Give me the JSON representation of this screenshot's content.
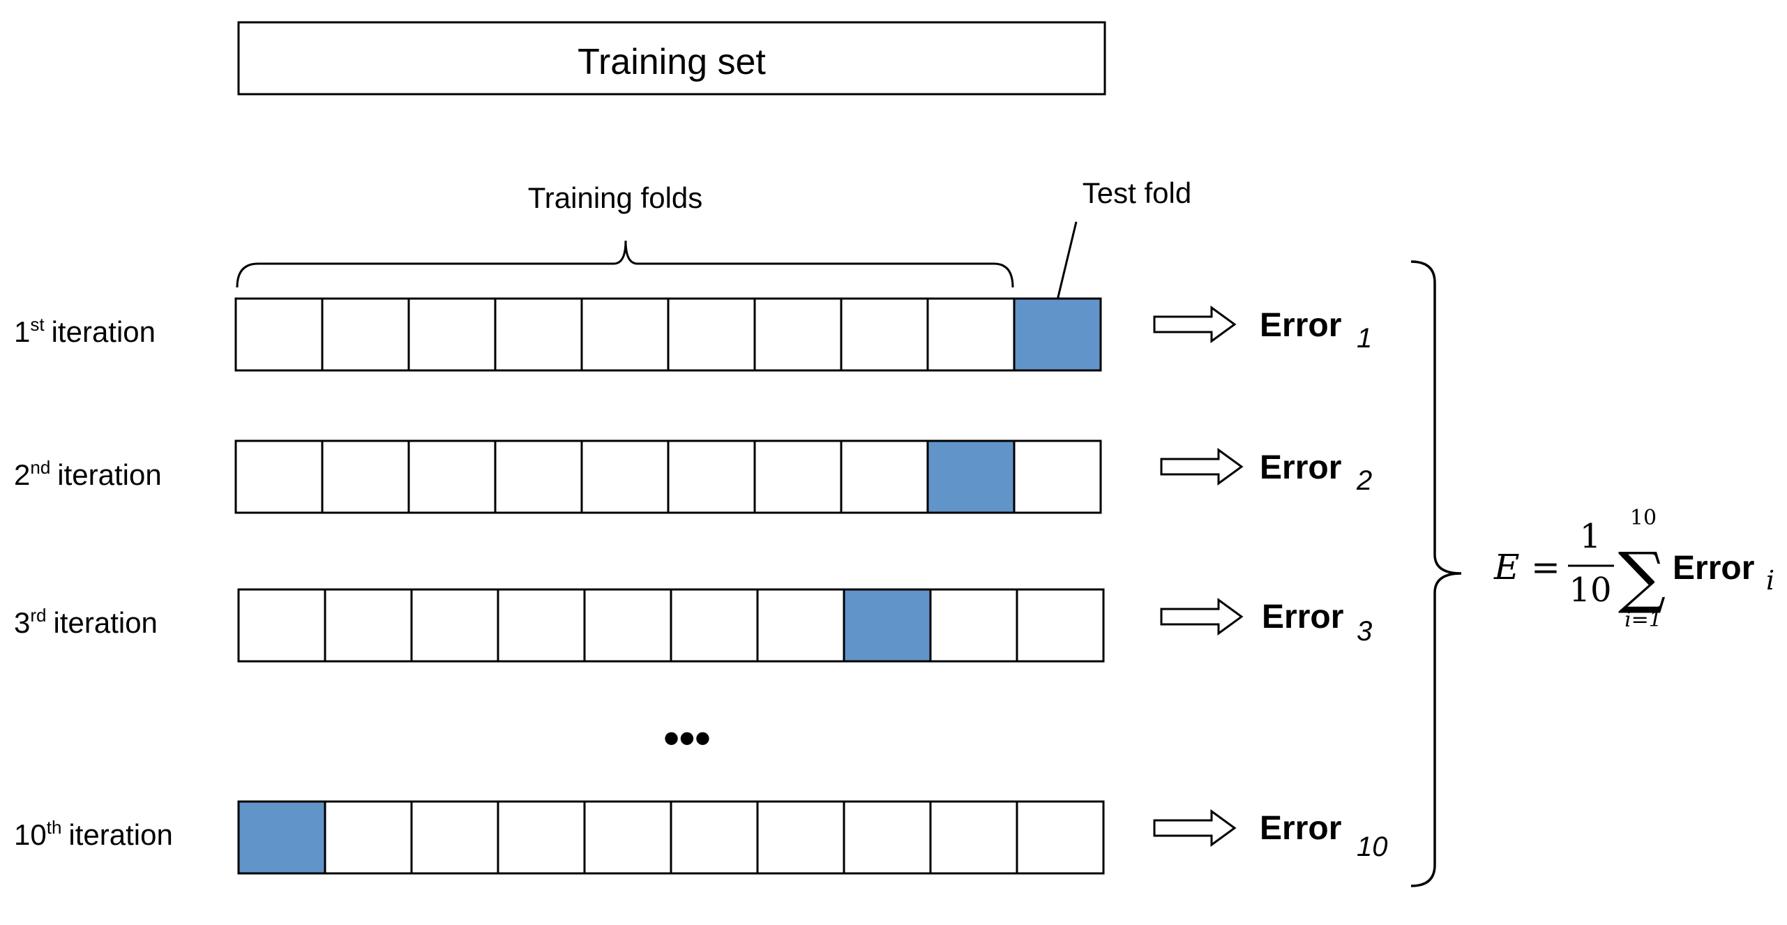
{
  "diagram": {
    "training_set_label": "Training set",
    "training_folds_label": "Training folds",
    "test_fold_label": "Test fold",
    "ellipsis": "•••",
    "fold_count": 10,
    "colors": {
      "test_fold": "#6194c8",
      "train_fold": "#ffffff",
      "stroke": "#000000"
    },
    "iterations": [
      {
        "ord": "1",
        "sup": "st",
        "label": "iteration",
        "test_fold_index": 10,
        "error_label": "Error",
        "error_sub": "1"
      },
      {
        "ord": "2",
        "sup": "nd",
        "label": "iteration",
        "test_fold_index": 9,
        "error_label": "Error",
        "error_sub": "2"
      },
      {
        "ord": "3",
        "sup": "rd",
        "label": "iteration",
        "test_fold_index": 8,
        "error_label": "Error",
        "error_sub": "3"
      },
      {
        "ord": "10",
        "sup": "th",
        "label": "iteration",
        "test_fold_index": 1,
        "error_label": "Error",
        "error_sub": "10"
      }
    ],
    "formula": {
      "lhs": "E",
      "equals": "=",
      "numerator": "1",
      "denominator": "10",
      "sum_symbol": "∑",
      "upper": "10",
      "lower": "i=1",
      "term": "Error",
      "term_sub": "i"
    }
  }
}
